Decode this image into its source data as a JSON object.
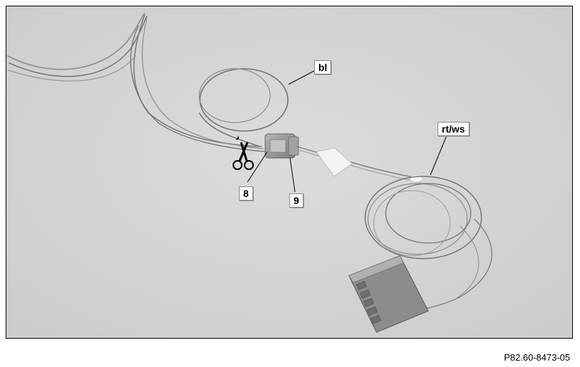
{
  "figure": {
    "code": "P82.60-8473-05",
    "callouts": {
      "bl": "bl",
      "rt_ws": "rt/ws",
      "item_8": "8",
      "item_9": "9"
    },
    "icons": [
      "scissors-icon"
    ],
    "colors": {
      "photo_background": "#d6d6d6",
      "wire": "#7a7a7a",
      "connector": "#9a9a9a",
      "callout_box": "#ffffff"
    }
  }
}
